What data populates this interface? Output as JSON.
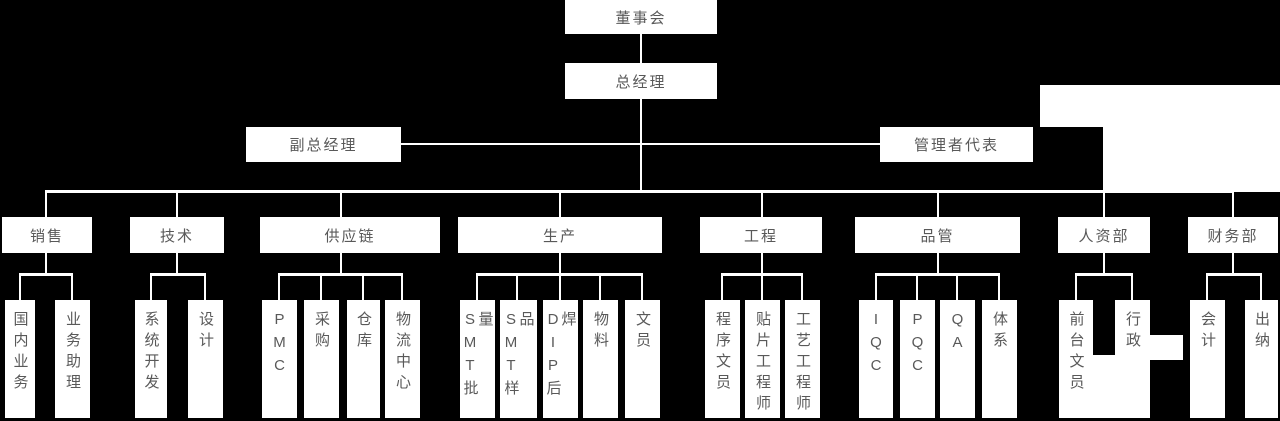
{
  "org": {
    "board": "董事会",
    "general_manager": "总经理",
    "deputy_general_manager": "副总经理",
    "management_representative": "管理者代表",
    "departments": [
      {
        "label": "销售",
        "children": [
          "国内业务",
          "业务助理"
        ]
      },
      {
        "label": "技术",
        "children": [
          "系统开发",
          "设计"
        ]
      },
      {
        "label": "供应链",
        "children": [
          "PMC",
          "采购",
          "仓库",
          "物流中心"
        ]
      },
      {
        "label": "生产",
        "children": [
          "SMT批量",
          "SMT样品",
          "DIP后焊",
          "物料",
          "文员"
        ]
      },
      {
        "label": "工程",
        "children": [
          "程序文员",
          "贴片工程师",
          "工艺工程师"
        ]
      },
      {
        "label": "品管",
        "children": [
          "IQC",
          "PQC",
          "QA",
          "体系"
        ]
      },
      {
        "label": "人资部",
        "children": [
          "前台文员",
          "行政"
        ]
      },
      {
        "label": "财务部",
        "children": [
          "会计",
          "出纳"
        ]
      }
    ],
    "colors": {
      "background": "#000000",
      "node_fill": "#ffffff",
      "node_text": "#595959",
      "connector": "#ffffff"
    }
  }
}
